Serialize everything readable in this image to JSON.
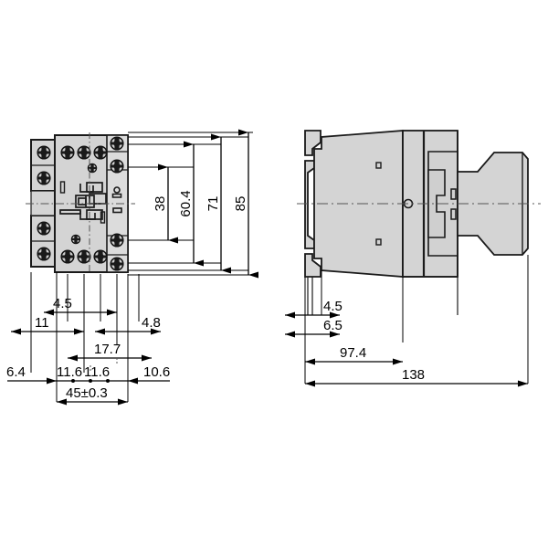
{
  "drawing": {
    "title": "Contactor dimensional drawing",
    "units": "mm",
    "background_color": "#ffffff",
    "body_fill": "#d4d4d4",
    "body_fill_light": "#dcdcdc",
    "body_fill_dark": "#c9c9c9",
    "line_color": "#1a1a1a",
    "dim_color": "#000000",
    "views": [
      {
        "name": "front-view",
        "label": ""
      },
      {
        "name": "side-view",
        "label": ""
      }
    ]
  },
  "front_view": {
    "vertical_dimensions": [
      {
        "name": "dim-38",
        "value": "38"
      },
      {
        "name": "dim-60-4",
        "value": "60.4"
      },
      {
        "name": "dim-71",
        "value": "71"
      },
      {
        "name": "dim-85",
        "value": "85"
      }
    ],
    "horizontal_dimensions": [
      {
        "name": "dim-4-5",
        "value": "4.5"
      },
      {
        "name": "dim-11",
        "value": "11"
      },
      {
        "name": "dim-4-8",
        "value": "4.8"
      },
      {
        "name": "dim-17-7",
        "value": "17.7"
      },
      {
        "name": "dim-6-4",
        "value": "6.4"
      },
      {
        "name": "dim-11-6-a",
        "value": "11.6"
      },
      {
        "name": "dim-11-6-b",
        "value": "11.6"
      },
      {
        "name": "dim-10-6",
        "value": "10.6"
      },
      {
        "name": "dim-45",
        "value": "45±0.3"
      }
    ]
  },
  "side_view": {
    "horizontal_dimensions": [
      {
        "name": "dim-side-4-5",
        "value": "4.5"
      },
      {
        "name": "dim-side-6-5",
        "value": "6.5"
      },
      {
        "name": "dim-side-97-4",
        "value": "97.4"
      },
      {
        "name": "dim-side-138",
        "value": "138"
      }
    ]
  }
}
